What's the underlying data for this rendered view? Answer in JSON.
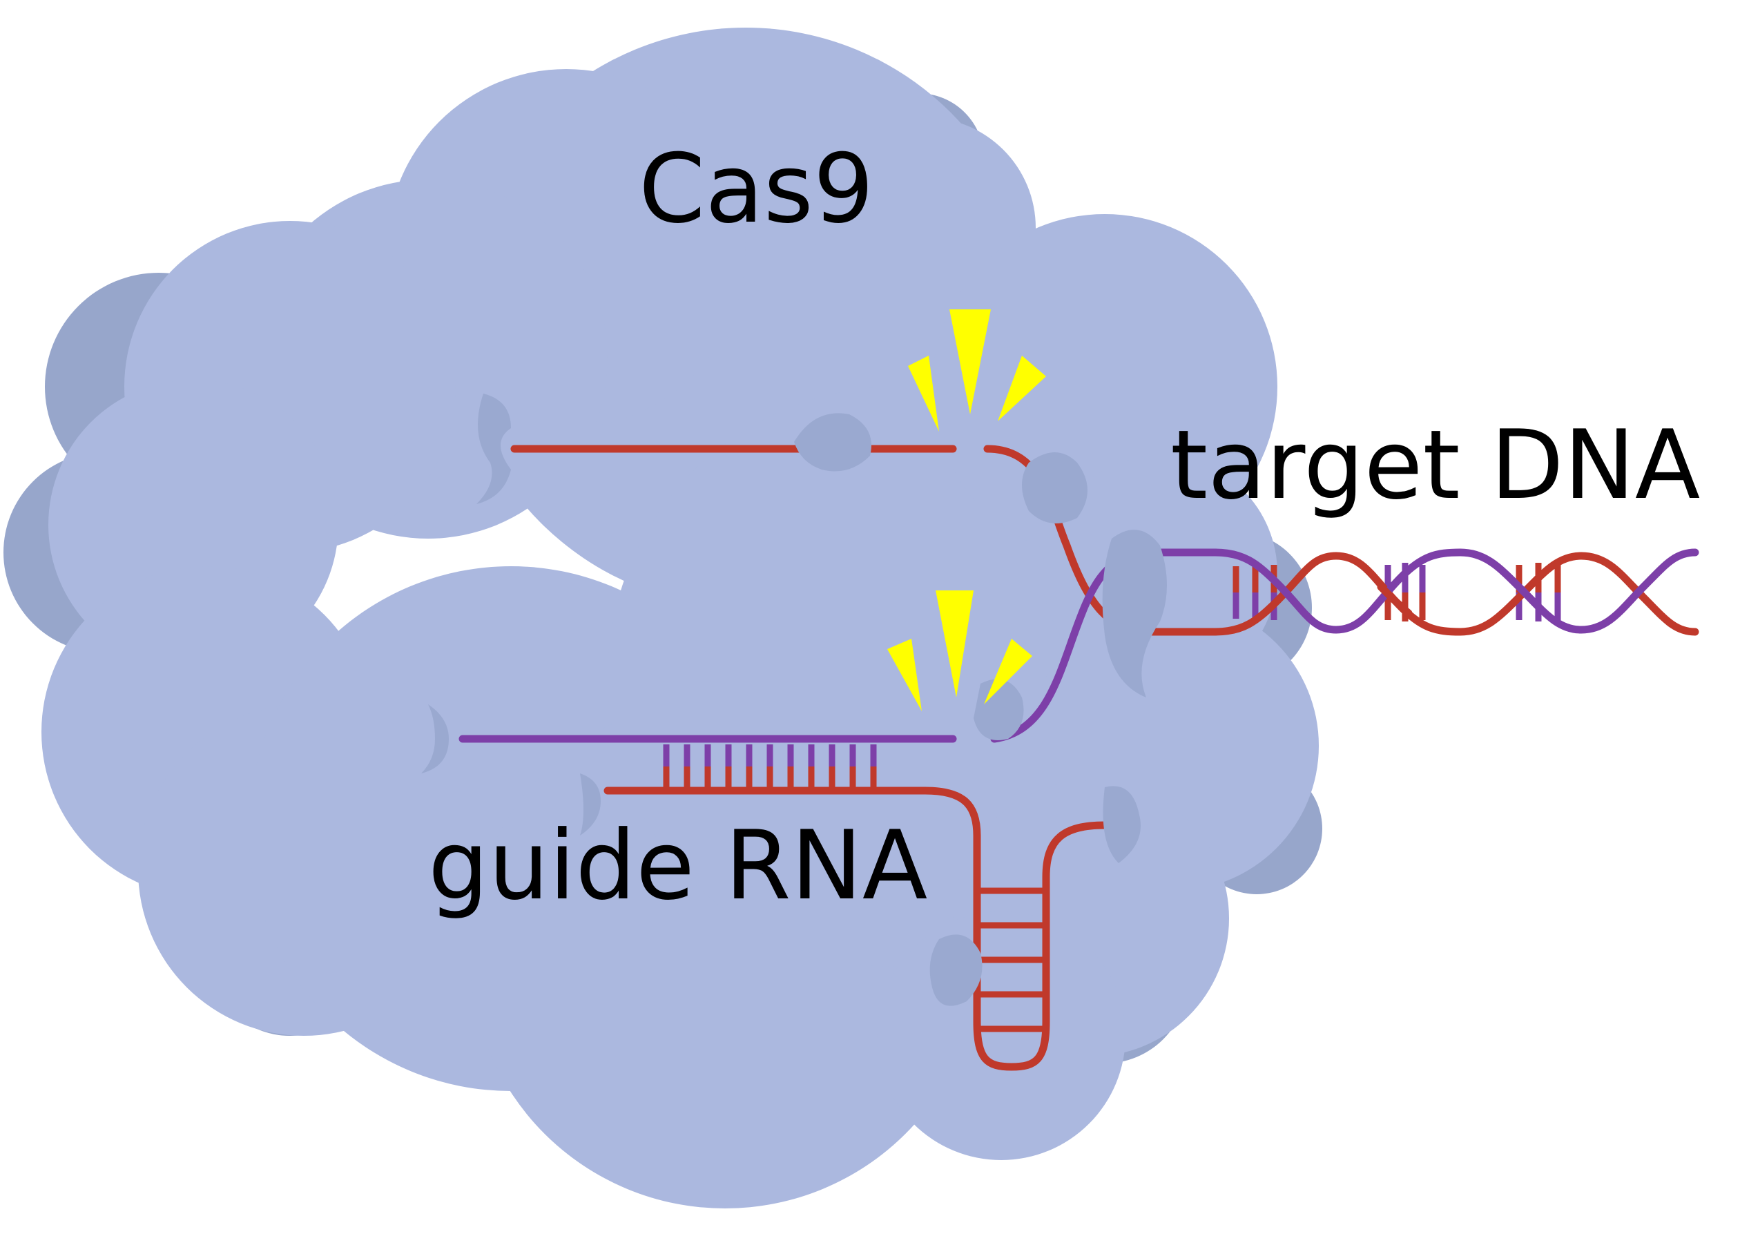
{
  "labels": {
    "protein": "Cas9",
    "target": "target DNA",
    "guide": "guide RNA"
  },
  "colors": {
    "protein_fill": "#abb8df",
    "protein_shadow": "#97a6cb",
    "strand_red": "#c0392b",
    "strand_purple": "#7d3fa8",
    "cut_marker": "#ffff00",
    "text": "#000000",
    "background": "#ffffff"
  },
  "icons": [
    "cas9-protein-blob",
    "cut-site-marker",
    "dna-double-helix",
    "rna-hairpin"
  ]
}
